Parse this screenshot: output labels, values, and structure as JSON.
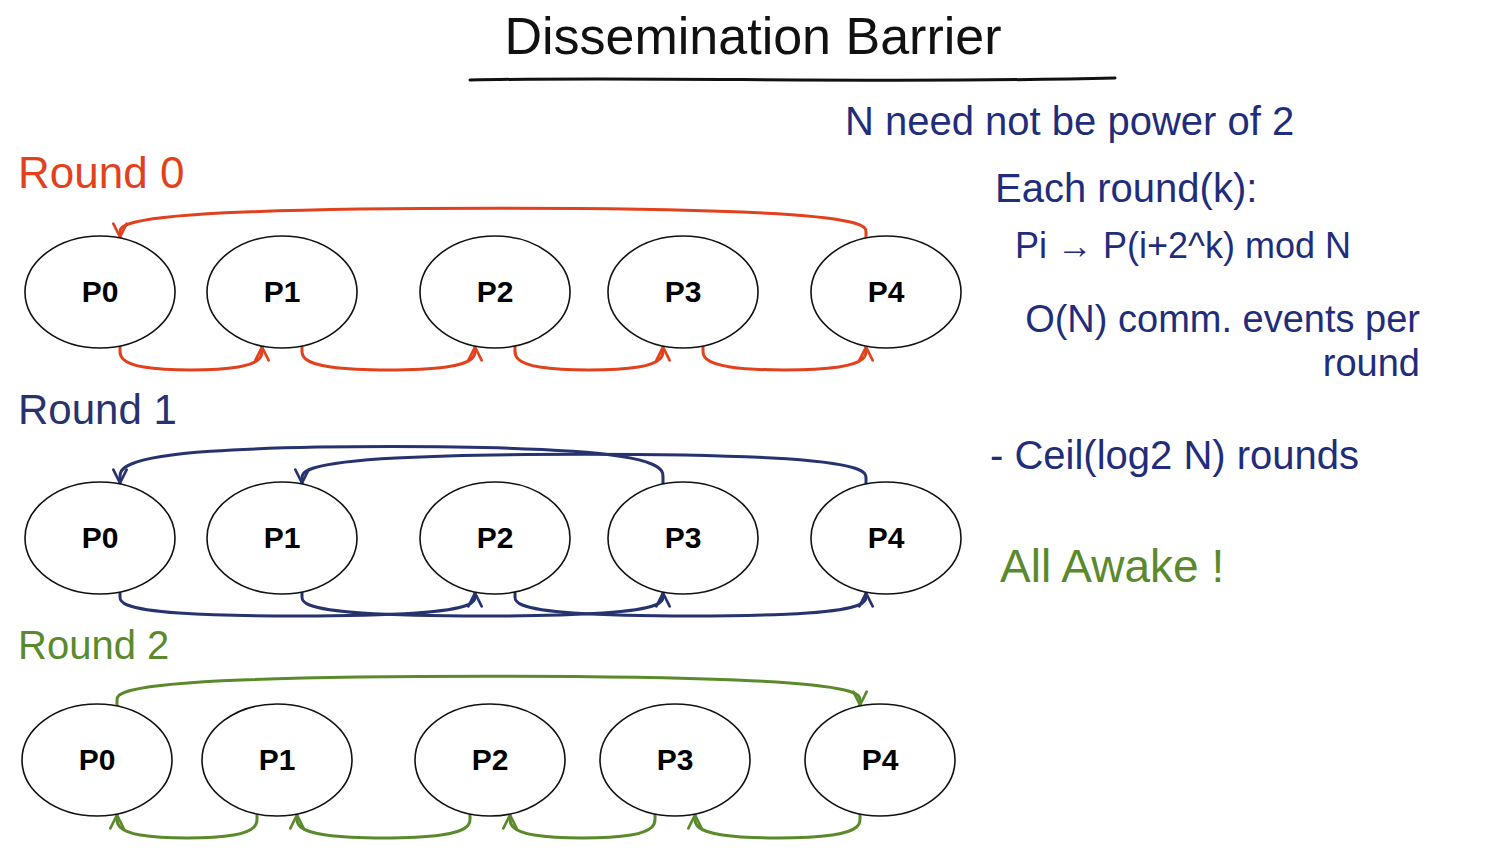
{
  "diagram": {
    "title": "Dissemination Barrier",
    "nodes": [
      {
        "text": [
          "P0"
        ]
      },
      {
        "text": [
          "P1"
        ]
      },
      {
        "text": [
          "P2"
        ]
      },
      {
        "text": [
          "P3"
        ]
      },
      {
        "text": [
          "P4"
        ]
      },
      {
        "text": [
          "P0"
        ]
      },
      {
        "text": [
          "P1"
        ]
      },
      {
        "text": [
          "P2"
        ]
      },
      {
        "text": [
          "P3"
        ]
      },
      {
        "text": [
          "P4"
        ]
      },
      {
        "text": [
          "P0"
        ]
      },
      {
        "text": [
          "P1"
        ]
      },
      {
        "text": [
          "P2"
        ]
      },
      {
        "text": [
          "P3"
        ]
      },
      {
        "text": [
          "P4"
        ]
      }
    ],
    "edges": [
      {
        "from": 0,
        "to": 1,
        "arrow": "to"
      },
      {
        "from": 1,
        "to": 2,
        "arrow": "to"
      },
      {
        "from": 2,
        "to": 3,
        "arrow": "to"
      },
      {
        "from": 3,
        "to": 4,
        "arrow": "to"
      },
      {
        "from": 4,
        "to": 0,
        "arrow": "to"
      },
      {
        "from": 5,
        "to": 7,
        "arrow": "to"
      },
      {
        "from": 6,
        "to": 8,
        "arrow": "to"
      },
      {
        "from": 7,
        "to": 9,
        "arrow": "to"
      },
      {
        "from": 8,
        "to": 5,
        "arrow": "to"
      },
      {
        "from": 9,
        "to": 6,
        "arrow": "to"
      },
      {
        "from": 10,
        "to": 14,
        "arrow": "to"
      },
      {
        "from": 11,
        "to": 10,
        "arrow": "to"
      },
      {
        "from": 12,
        "to": 11,
        "arrow": "to"
      },
      {
        "from": 13,
        "to": 12,
        "arrow": "to"
      },
      {
        "from": 14,
        "to": 13,
        "arrow": "to"
      }
    ],
    "labels": [
      "Round 0",
      "Round 1",
      "Round 2",
      "N need not be power of 2",
      "Each round(k):",
      "Pi → P(i+2^k) mod N",
      "O(N) comm. events per round",
      "- Ceil(log2 N) rounds",
      "All Awake !"
    ]
  }
}
